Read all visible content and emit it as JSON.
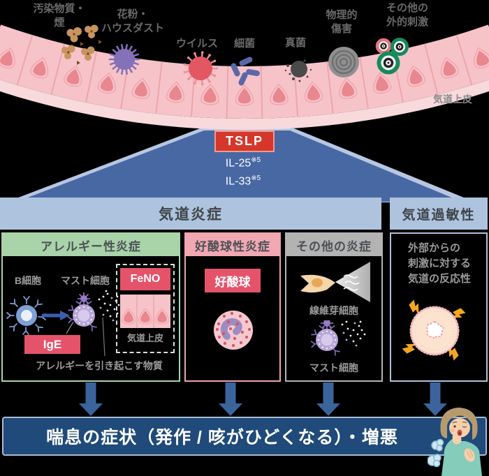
{
  "stimuli": [
    {
      "label": "汚染物質・\n煙"
    },
    {
      "label": "花粉・\nハウスダスト"
    },
    {
      "label": "ウイルス"
    },
    {
      "label": "細菌"
    },
    {
      "label": "真菌"
    },
    {
      "label": "物理的\n傷害"
    },
    {
      "label": "その他の\n外的刺激"
    }
  ],
  "epithelium_label": "気道上皮",
  "mediators": {
    "tslp": "TSLP",
    "il25": "IL-25",
    "il33": "IL-33",
    "footnote": "※5"
  },
  "headers": {
    "airway_inflammation": "気道炎症",
    "airway_hyperresponsiveness": "気道過敏性"
  },
  "allergic_box": {
    "title": "アレルギー性炎症",
    "b_cell": "B細胞",
    "mast_cell": "マスト細胞",
    "ige": "IgE",
    "feno": "FeNO",
    "airway_epithelium": "気道上皮",
    "allergen_caption": "アレルギーを引き起こす物質"
  },
  "eosinophilic_box": {
    "title": "好酸球性炎症",
    "eosinophil": "好酸球"
  },
  "other_box": {
    "title": "その他の炎症",
    "fibroblast": "線維芽細胞",
    "mast_cell": "マスト細胞"
  },
  "hyper_box": {
    "description": "外部からの\n刺激に対する\n気道の反応性"
  },
  "banner": {
    "text": "喘息の症状（発作 / 咳がひどくなる）・増悪"
  },
  "colors": {
    "funnel_blue": "#4868a4",
    "header_blue": "#aec3dd",
    "header_green": "#a9d3a9",
    "header_pink": "#f2a8b2",
    "header_gray": "#b3b3b3",
    "tslp_red": "#d5372b",
    "tag_red": "#e5536b",
    "banner_navy": "#1f4a7a",
    "arrow_blue": "#3b649c",
    "cell_pink": "#f6c3c9",
    "nucleus_pink": "#e9878e"
  }
}
